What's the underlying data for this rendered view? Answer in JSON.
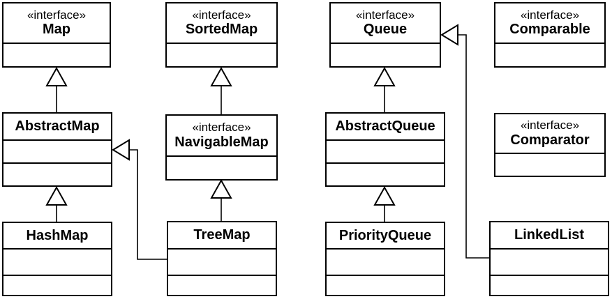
{
  "diagram": {
    "kind": "uml-class-diagram",
    "subject": "Java Collections Framework (Map and Queue hierarchies)",
    "colors": {
      "line": "#000000",
      "fill": "#ffffff",
      "text": "#000000"
    },
    "nodes": {
      "map": {
        "stereotype": "«interface»",
        "name": "Map"
      },
      "sortedmap": {
        "stereotype": "«interface»",
        "name": "SortedMap"
      },
      "queue": {
        "stereotype": "«interface»",
        "name": "Queue"
      },
      "comparable": {
        "stereotype": "«interface»",
        "name": "Comparable"
      },
      "abstractmap": {
        "name": "AbstractMap"
      },
      "navigablemap": {
        "stereotype": "«interface»",
        "name": "NavigableMap"
      },
      "abstractqueue": {
        "name": "AbstractQueue"
      },
      "comparator": {
        "stereotype": "«interface»",
        "name": "Comparator"
      },
      "hashmap": {
        "name": "HashMap"
      },
      "treemap": {
        "name": "TreeMap"
      },
      "priorityqueue": {
        "name": "PriorityQueue"
      },
      "linkedlist": {
        "name": "LinkedList"
      }
    },
    "relationships": [
      {
        "from": "AbstractMap",
        "to": "Map",
        "type": "generalization"
      },
      {
        "from": "NavigableMap",
        "to": "SortedMap",
        "type": "generalization"
      },
      {
        "from": "AbstractQueue",
        "to": "Queue",
        "type": "generalization"
      },
      {
        "from": "HashMap",
        "to": "AbstractMap",
        "type": "generalization"
      },
      {
        "from": "TreeMap",
        "to": "NavigableMap",
        "type": "generalization"
      },
      {
        "from": "TreeMap",
        "to": "AbstractMap",
        "type": "generalization"
      },
      {
        "from": "PriorityQueue",
        "to": "AbstractQueue",
        "type": "generalization"
      },
      {
        "from": "LinkedList",
        "to": "Queue",
        "type": "generalization"
      }
    ]
  }
}
